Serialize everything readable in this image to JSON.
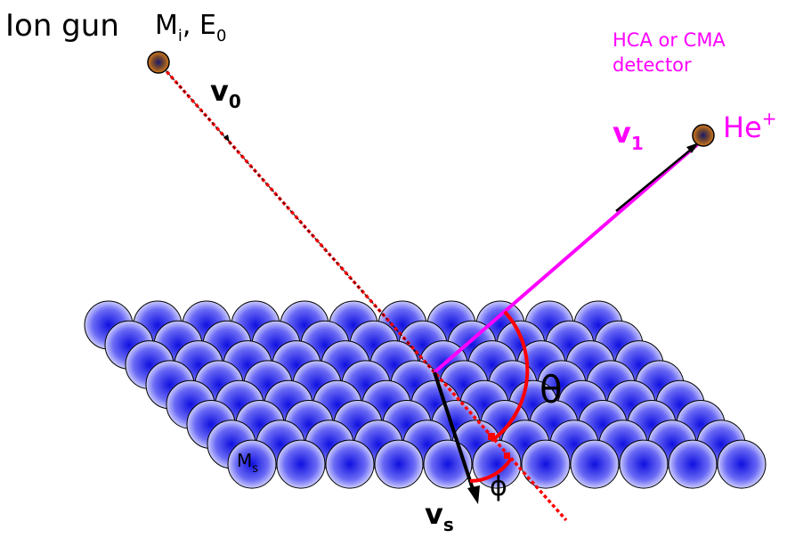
{
  "labels": {
    "ion_gun": "Ion gun",
    "mi_main": "M",
    "mi_sub": "i",
    "e0_main": ", E",
    "e0_sub": "0",
    "v0_main": "v",
    "v0_sub": "0",
    "detector_line1": "HCA or CMA",
    "detector_line2": "detector",
    "v1_main": "v",
    "v1_sub": "1",
    "he_main": "He",
    "he_sup": "+",
    "theta": "θ",
    "phi": "ϕ",
    "ms_main": "M",
    "ms_sub": "s",
    "vs_main": "v",
    "vs_sub": "s"
  },
  "colors": {
    "magenta": "#ff00ff",
    "red": "#ff0000",
    "atom_blue": "#2a2af0",
    "atom_light": "#e4e4ff",
    "particle": "#c06a1a",
    "black": "#000000"
  },
  "surface": {
    "rows": 8,
    "atoms_per_row": 11
  }
}
